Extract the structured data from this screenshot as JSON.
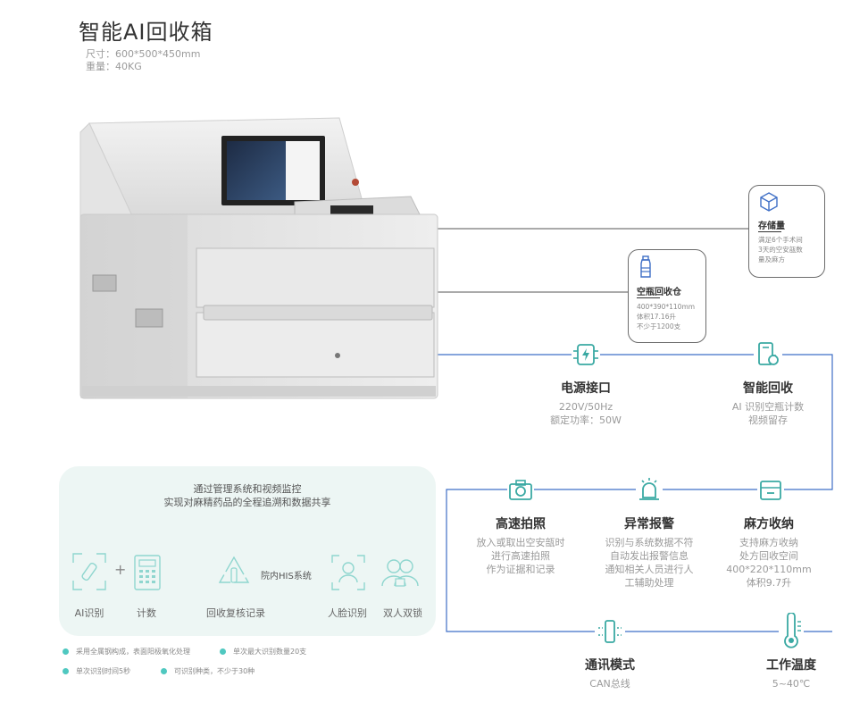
{
  "header": {
    "title": "智能AI回收箱",
    "size_label": "尺寸：600*500*450mm",
    "weight_label": "重量：40KG"
  },
  "callouts": {
    "storage": {
      "title": "存储量",
      "desc": [
        "满足6个手术间",
        "3天的空安瓿数",
        "量及麻方"
      ]
    },
    "bin": {
      "title": "空瓶回收仓",
      "desc": [
        "400*390*110mm",
        "体积17.16升",
        "不少于1200支"
      ]
    }
  },
  "features": {
    "power": {
      "title": "电源接口",
      "lines": [
        "220V/50Hz",
        "额定功率：50W"
      ]
    },
    "smart": {
      "title": "智能回收",
      "lines": [
        "AI 识别空瓶计数",
        "视频留存"
      ]
    },
    "camera": {
      "title": "高速拍照",
      "lines": [
        "放入或取出空安瓿时",
        "进行高速拍照",
        "作为证据和记录"
      ]
    },
    "alarm": {
      "title": "异常报警",
      "lines": [
        "识别与系统数据不符",
        "自动发出报警信息",
        "通知相关人员进行人",
        "工辅助处理"
      ]
    },
    "prescription": {
      "title": "麻方收纳",
      "lines": [
        "支持麻方收纳",
        "处方回收空间",
        "400*220*110mm",
        "体积9.7升"
      ]
    },
    "comm": {
      "title": "通讯模式",
      "lines": [
        "CAN总线"
      ]
    },
    "temp": {
      "title": "工作温度",
      "lines": [
        "5~40℃"
      ]
    }
  },
  "panel": {
    "heading": [
      "通过管理系统和视频监控",
      "实现对麻精药品的全程追溯和数据共享"
    ],
    "plus": "+",
    "his_label": "院内HIS系统",
    "steps": [
      "AI识别",
      "计数",
      "回收复核记录",
      "人脸识别",
      "双人双锁"
    ]
  },
  "bullets": [
    "采用全属钢构成，表面阳极氧化处理",
    "单次最大识别数量20支",
    "单次识别时间5秒",
    "可识别种类，不少于30种"
  ],
  "colors": {
    "accent": "#3aa9a3",
    "line_blue": "#3f6fc6",
    "panel_bg": "#edf6f4",
    "bullet": "#4fc8c0"
  }
}
